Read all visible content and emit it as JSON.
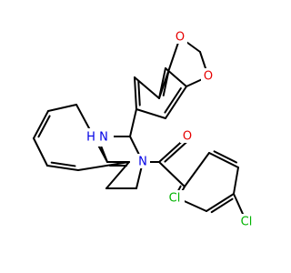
{
  "molecule": {
    "atom_labels": [
      {
        "id": "O1",
        "text": "O",
        "element": "O",
        "color": "#e60000"
      },
      {
        "id": "O2",
        "text": "O",
        "element": "O",
        "color": "#e60000"
      },
      {
        "id": "NH",
        "text": "H",
        "element": "N",
        "color": "#0000e6"
      },
      {
        "id": "NH_N",
        "text": "N",
        "element": "N",
        "color": "#0000e6"
      },
      {
        "id": "N2",
        "text": "N",
        "element": "N",
        "color": "#0000e6"
      },
      {
        "id": "O3",
        "text": "O",
        "element": "O",
        "color": "#e60000"
      },
      {
        "id": "Cl1",
        "text": "Cl",
        "element": "Cl",
        "color": "#00b300"
      },
      {
        "id": "Cl2",
        "text": "Cl",
        "element": "Cl",
        "color": "#00b300"
      }
    ]
  }
}
